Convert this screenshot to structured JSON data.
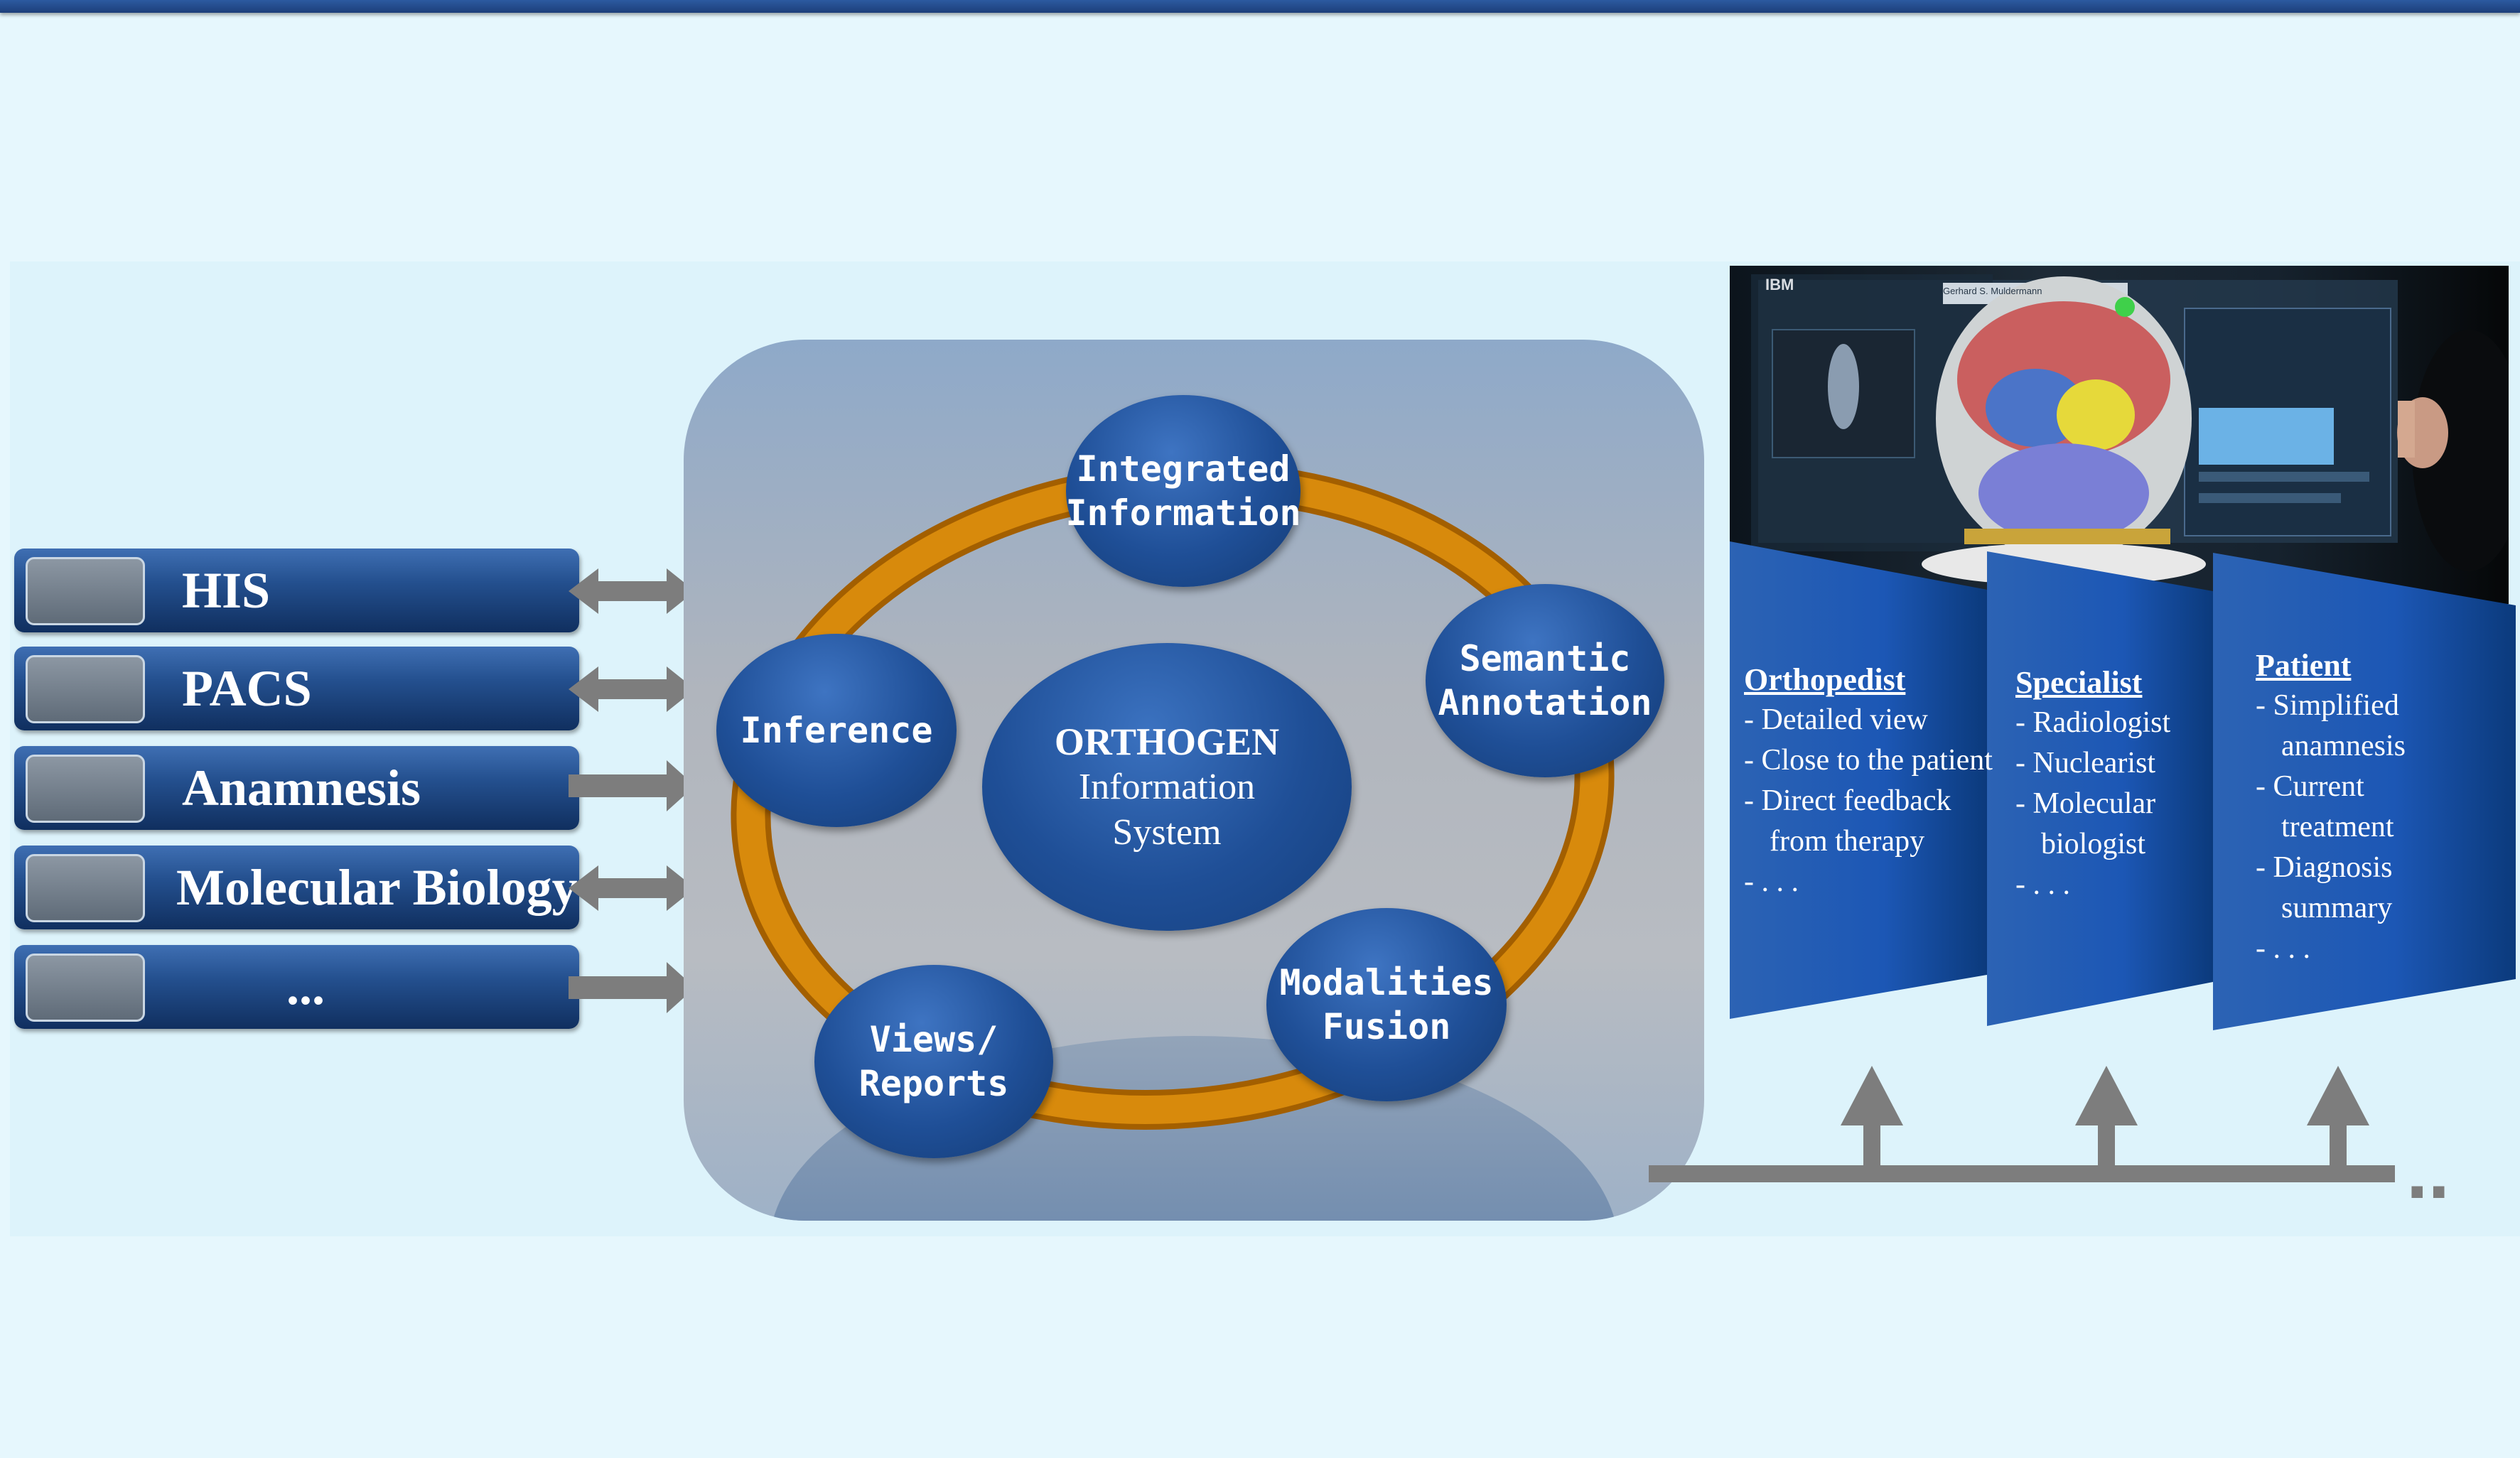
{
  "sources": [
    {
      "label": "HIS"
    },
    {
      "label": "PACS"
    },
    {
      "label": "Anamnesis"
    },
    {
      "label": "Molecular Biology"
    },
    {
      "label": "..."
    }
  ],
  "center": {
    "title": "ORTHOGEN",
    "subtitle_line1": "Information",
    "subtitle_line2": "System"
  },
  "modules": [
    {
      "label": "Integrated\nInformation"
    },
    {
      "label": "Semantic\nAnnotation"
    },
    {
      "label": "Modalities\nFusion"
    },
    {
      "label": "Views/\nReports"
    },
    {
      "label": "Inference"
    }
  ],
  "photo": {
    "brand": "IBM",
    "patient_name": "Gerhard S. Muldermann"
  },
  "roles": [
    {
      "title": "Orthopedist",
      "items": [
        "- Detailed view",
        "- Close to the patient",
        "- Direct feedback from therapy",
        "- . . ."
      ]
    },
    {
      "title": "Specialist",
      "items": [
        "- Radiologist",
        "- Nuclearist",
        "- Molecular biologist",
        "- . . ."
      ]
    },
    {
      "title": "Patient",
      "items": [
        "- Simplified anamnesis",
        "- Current treatment",
        "- Diagnosis summary",
        "- . . ."
      ]
    }
  ],
  "timeline_more": "..",
  "colors": {
    "background": "#e6f7fd",
    "node_blue": "#1f4f97",
    "ring_orange": "#c97800",
    "arrow_gray": "#7d7d7d"
  }
}
